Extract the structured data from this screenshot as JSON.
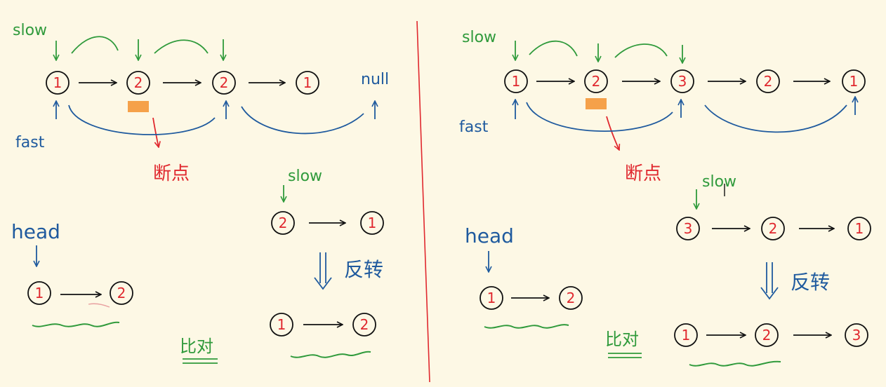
{
  "colors": {
    "background": "#fdf8e5",
    "node_text": "#e0282e",
    "slow": "#2f9a3b",
    "fast": "#1f5a9e",
    "breakpoint_mark": "#f5a14a",
    "divider": "#e0282e"
  },
  "left": {
    "slow_label": "slow",
    "fast_label": "fast",
    "null_label": "null",
    "breakpoint_label": "断点",
    "head_label": "head",
    "slow_label_2": "slow",
    "reverse_label": "反转",
    "compare_label": "比对",
    "main_list": [
      "1",
      "2",
      "2",
      "1"
    ],
    "head_list": [
      "1",
      "2"
    ],
    "slow_list": [
      "2",
      "1"
    ],
    "reversed_list": [
      "1",
      "2"
    ]
  },
  "right": {
    "slow_label": "slow",
    "fast_label": "fast",
    "breakpoint_label": "断点",
    "head_label": "head",
    "slow_label_2": "slow",
    "reverse_label": "反转",
    "compare_label": "比对",
    "main_list": [
      "1",
      "2",
      "3",
      "2",
      "1"
    ],
    "head_list": [
      "1",
      "2"
    ],
    "slow_list": [
      "3",
      "2",
      "1"
    ],
    "reversed_list": [
      "1",
      "2",
      "3"
    ]
  }
}
